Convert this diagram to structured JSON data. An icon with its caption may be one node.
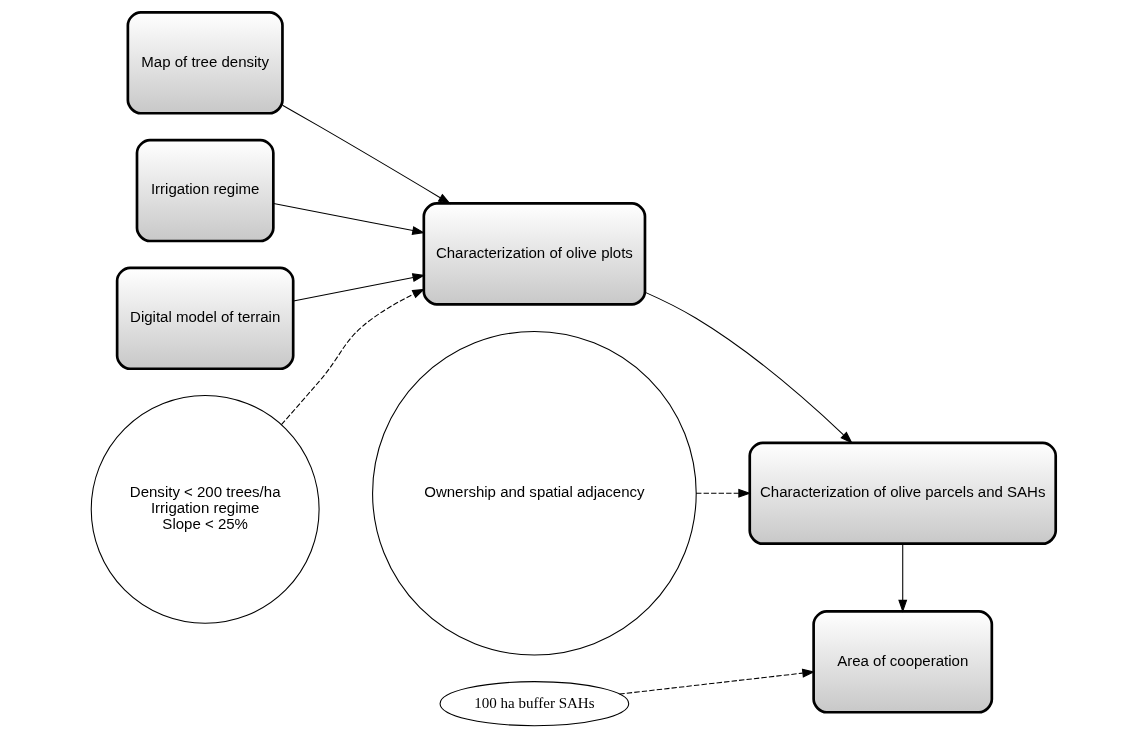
{
  "diagram": {
    "nodes": [
      {
        "text": [
          "Map of tree density"
        ]
      },
      {
        "text": [
          "Irrigation regime"
        ]
      },
      {
        "text": [
          "Digital model of terrain"
        ]
      },
      {
        "text": [
          "Density < 200 trees/ha",
          "Irrigation regime",
          "Slope < 25%"
        ]
      },
      {
        "text": [
          "Characterization of olive plots"
        ]
      },
      {
        "text": [
          "Ownership and spatial adjacency"
        ]
      },
      {
        "text": [
          "Characterization of olive parcels and SAHs"
        ]
      },
      {
        "text": [
          "100 ha buffer SAHs"
        ]
      },
      {
        "text": [
          "Area of cooperation"
        ]
      }
    ],
    "edges": [
      {
        "from": 0,
        "to": 4,
        "arrow": "to"
      },
      {
        "from": 1,
        "to": 4,
        "arrow": "to"
      },
      {
        "from": 2,
        "to": 4,
        "arrow": "to"
      },
      {
        "from": 3,
        "to": 4,
        "arrow": "to",
        "style": "dashed"
      },
      {
        "from": 4,
        "to": 6,
        "arrow": "to"
      },
      {
        "from": 5,
        "to": 6,
        "arrow": "to",
        "style": "dashed"
      },
      {
        "from": 6,
        "to": 8,
        "arrow": "to"
      },
      {
        "from": 7,
        "to": 8,
        "arrow": "to",
        "style": "dashed"
      }
    ]
  }
}
